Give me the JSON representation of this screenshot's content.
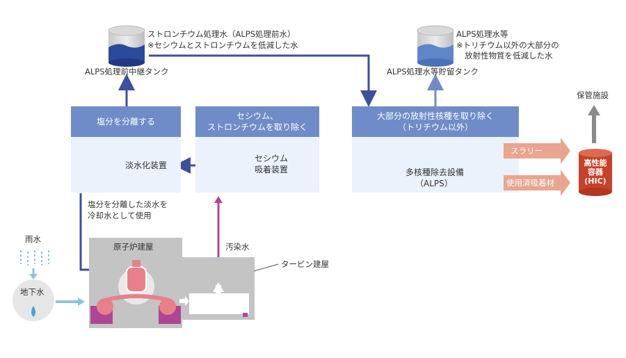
{
  "tanks": {
    "relay": {
      "title": "ストロンチウム処理水（ALPS処理前水）",
      "note": "※セシウムとストロンチウムを低減した水",
      "label": "ALPS処理前中継タンク"
    },
    "storage": {
      "title": "ALPS処理水等",
      "note1": "※トリチウム以外の大部分の",
      "note2": "放射性物質を低減した水",
      "label": "ALPS処理水等貯留タンク"
    }
  },
  "steps": {
    "desalination": {
      "header": "塩分を分離する",
      "device": "淡水化装置"
    },
    "cesium": {
      "header1": "セシウム、",
      "header2": "ストロンチウムを取り除く",
      "device1": "セシウム",
      "device2": "吸着装置"
    },
    "alps": {
      "header1": "大部分の放射性核種を取り除く",
      "header2": "（トリチウム以外）",
      "device1": "多核種除去設備",
      "device2": "（ALPS）"
    }
  },
  "outputs": {
    "slurry": "スラリー",
    "used_adsorbent": "使用済吸着材",
    "hic1": "高性能",
    "hic2": "容器",
    "hic3": "(HIC)",
    "storage_facility": "保管施設"
  },
  "flows": {
    "fresh_water1": "塩分を分離した淡水を",
    "fresh_water2": "冷却水として使用",
    "contaminated": "汚染水"
  },
  "buildings": {
    "reactor": "原子炉建屋",
    "turbine": "タービン建屋"
  },
  "sources": {
    "rain": "雨水",
    "groundwater": "地下水"
  },
  "colors": {
    "header_blue": "#6f8cc8",
    "panel_blue": "#eaf2fb",
    "flow_navy": "#3d4f9f",
    "flow_magenta": "#b04597",
    "flow_light_blue": "#8cc3dc",
    "output_salmon": "#e9a58f",
    "hic_red": "#c9412a",
    "building_gray": "#c4c4c4"
  }
}
